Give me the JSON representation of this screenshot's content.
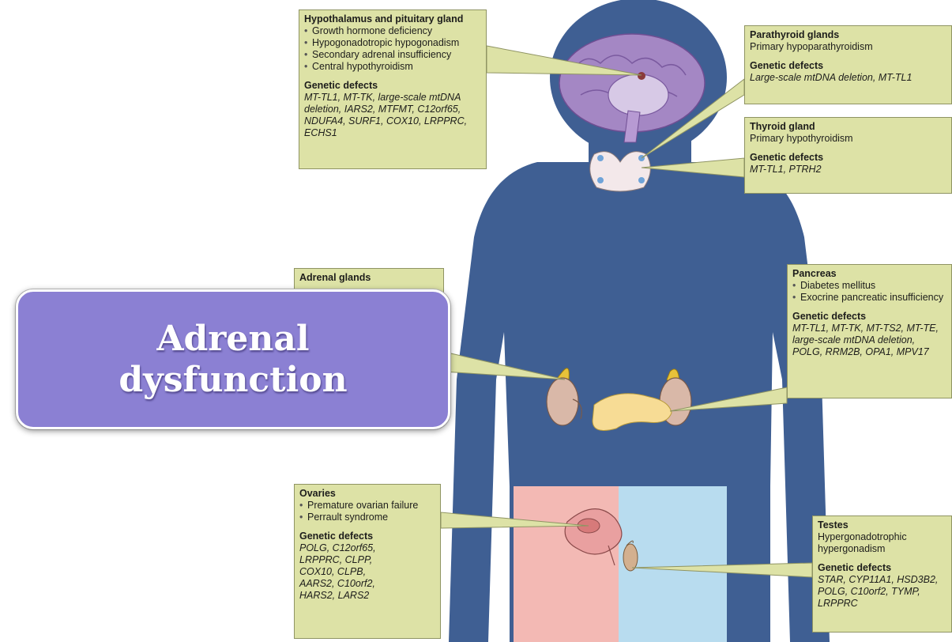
{
  "colors": {
    "body": "#3f5f93",
    "label_box": "#dde2a6",
    "callout": "#8b80d3",
    "female_region": "#f3b9b4",
    "male_region": "#b8dcef"
  },
  "boxes": {
    "hypothalamus": {
      "title": "Hypothalamus and pituitary gland",
      "items": [
        "Growth hormone deficiency",
        "Hypogonadotropic hypogonadism",
        "Secondary adrenal insufficiency",
        "Central hypothyroidism"
      ],
      "genetic_title": "Genetic defects",
      "genetic": [
        "MT-TL1, MT-TK, large-scale mtDNA",
        "deletion, IARS2, MTFMT, C12orf65,",
        "NDUFA4, SURF1, COX10, LRPPRC,",
        "ECHS1"
      ]
    },
    "parathyroid": {
      "title": "Parathyroid glands",
      "desc": "Primary hypoparathyroidism",
      "genetic_title": "Genetic defects",
      "genetic": [
        "Large-scale mtDNA deletion, MT-TL1"
      ]
    },
    "thyroid": {
      "title": "Thyroid gland",
      "desc": "Primary hypothyroidism",
      "genetic_title": "Genetic defects",
      "genetic": [
        "MT-TL1, PTRH2"
      ]
    },
    "adrenal": {
      "title": "Adrenal glands"
    },
    "pancreas": {
      "title": "Pancreas",
      "items": [
        "Diabetes mellitus",
        "Exocrine pancreatic insufficiency"
      ],
      "genetic_title": "Genetic defects",
      "genetic": [
        "MT-TL1, MT-TK, MT-TS2, MT-TE,",
        "large-scale mtDNA deletion,",
        "POLG, RRM2B, OPA1, MPV17"
      ]
    },
    "ovaries": {
      "title": "Ovaries",
      "items": [
        "Premature ovarian failure",
        "Perrault syndrome"
      ],
      "genetic_title": "Genetic defects",
      "genetic": [
        "POLG, C12orf65,",
        "LRPPRC, CLPP,",
        "COX10, CLPB,",
        "AARS2, C10orf2,",
        "HARS2, LARS2"
      ]
    },
    "testes": {
      "title": "Testes",
      "desc": "Hypergonadotrophic hypergonadism",
      "genetic_title": "Genetic defects",
      "genetic": [
        "STAR, CYP11A1, HSD3B2,",
        "POLG, C10orf2, TYMP,",
        "LRPPRC"
      ]
    }
  },
  "callout": {
    "text": "Adrenal\ndysfunction"
  }
}
